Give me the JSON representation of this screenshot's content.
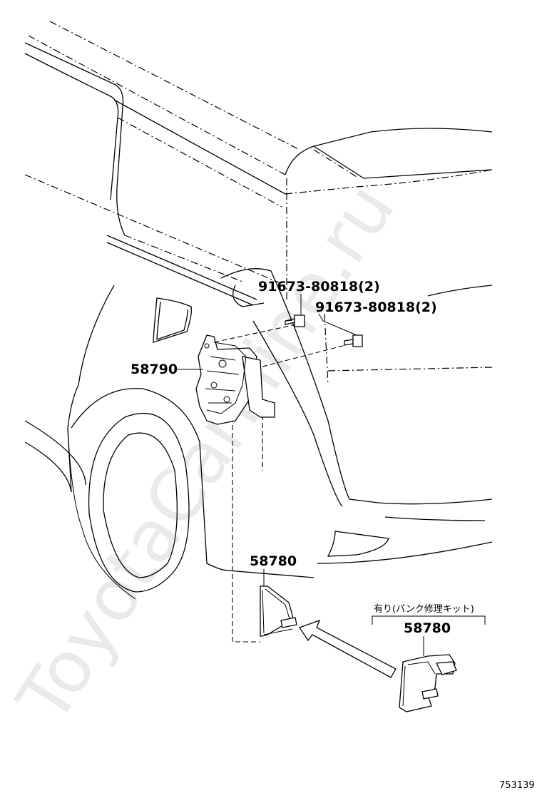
{
  "watermark": "ToyotaCarMine.ru",
  "figure_number": "753139",
  "parts": {
    "bolt_1": "91673-80818(2)",
    "bolt_2": "91673-80818(2)",
    "bracket": "58790",
    "cover_upper": "58780",
    "cover_lower": "58780"
  },
  "option_note": "有り(パンク修理キット)"
}
